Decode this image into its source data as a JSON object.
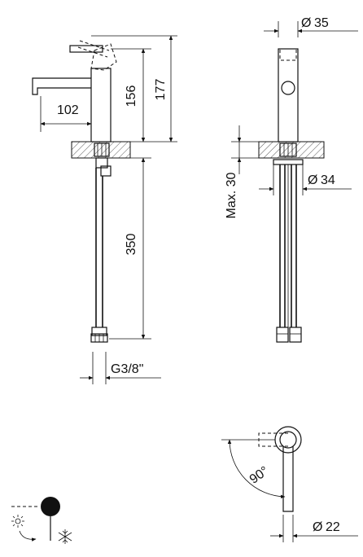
{
  "dimensions": {
    "d_top": "35",
    "d_mid": "34",
    "d_bottom": "22",
    "spout_reach": "102",
    "body_height": "156",
    "total_height": "177",
    "hose_length": "350",
    "max_thickness": "Max. 30",
    "thread": "G3/8\"",
    "rotation": "90°"
  },
  "symbols": {
    "diameter": "Ø"
  },
  "icons": {
    "hot": "sun-icon",
    "cold": "snowflake-icon"
  },
  "colors": {
    "line": "#111111",
    "background": "#ffffff"
  }
}
